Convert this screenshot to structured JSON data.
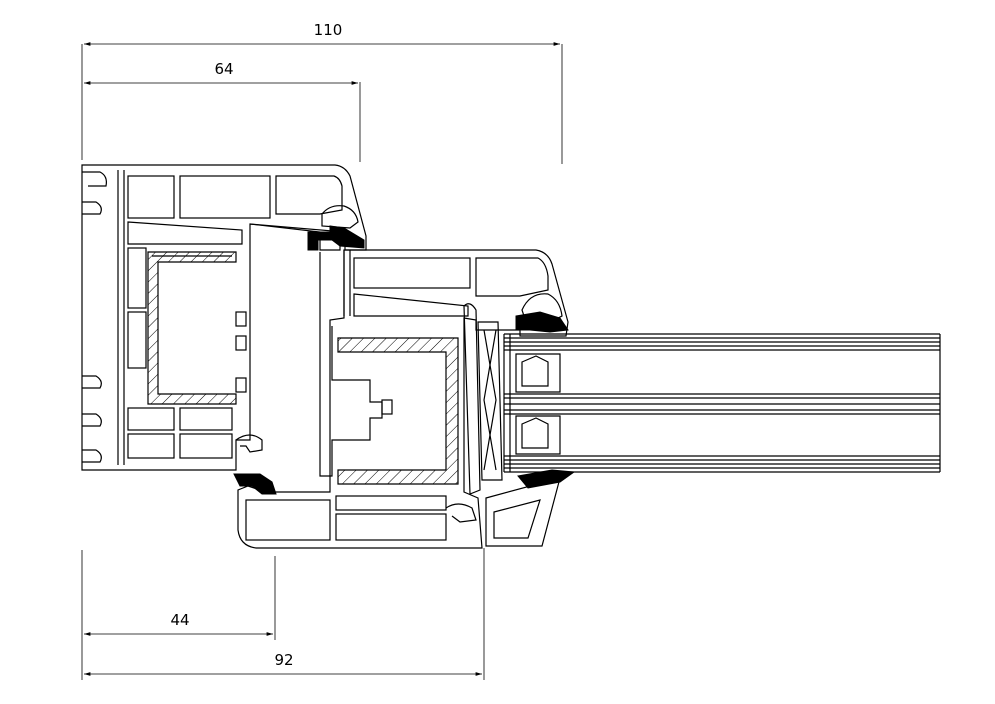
{
  "dimensions": {
    "overall_top": "110",
    "frame_top": "64",
    "frame_bottom": "44",
    "overall_bottom": "92"
  }
}
